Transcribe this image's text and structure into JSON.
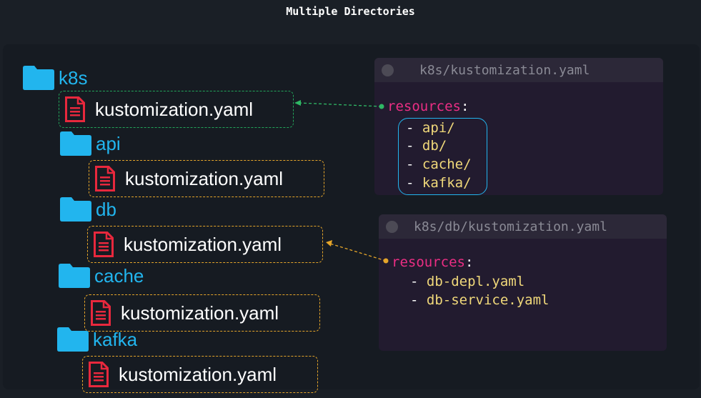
{
  "title": "Multiple Directories",
  "tree": {
    "root": {
      "name": "k8s",
      "file": "kustomization.yaml"
    },
    "api": {
      "name": "api",
      "file": "kustomization.yaml"
    },
    "db": {
      "name": "db",
      "file": "kustomization.yaml"
    },
    "cache": {
      "name": "cache",
      "file": "kustomization.yaml"
    },
    "kafka": {
      "name": "kafka",
      "file": "kustomization.yaml"
    }
  },
  "code1": {
    "filename": "k8s/kustomization.yaml",
    "key": "resources",
    "colon": ":",
    "items": [
      "api/",
      "db/",
      "cache/",
      "kafka/"
    ]
  },
  "code2": {
    "filename": "k8s/db/kustomization.yaml",
    "key": "resources",
    "colon": ":",
    "items": [
      "db-depl.yaml",
      "db-service.yaml"
    ]
  },
  "colors": {
    "folder": "#22b5ee",
    "file_icon": "#e8283d",
    "root_border": "#22a55a",
    "child_border": "#e5a52a",
    "keyword": "#ec2e84",
    "value": "#f0d87a"
  }
}
